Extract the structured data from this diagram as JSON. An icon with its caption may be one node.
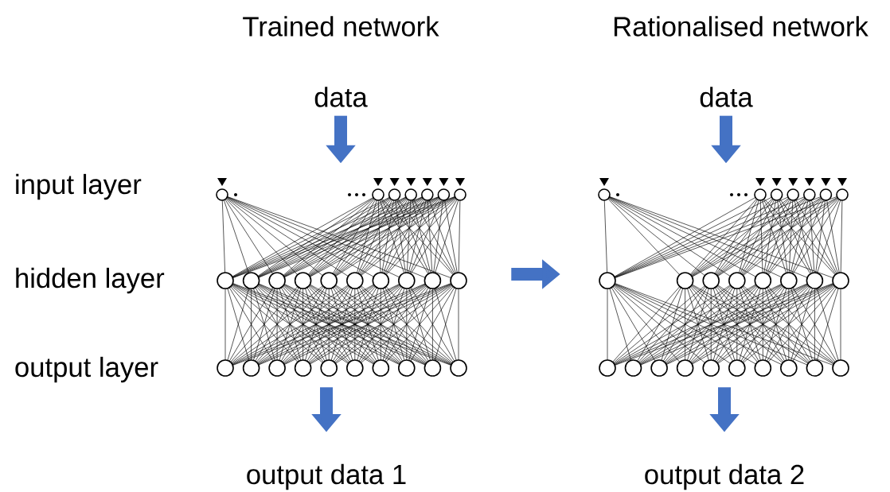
{
  "diagram": {
    "nodes": [
      {
        "text": [
          "data"
        ]
      },
      {
        "text": [],
        "shape": "picture"
      },
      {
        "text": [
          "output data 1"
        ]
      },
      {
        "text": [
          "data"
        ]
      },
      {
        "text": [],
        "shape": "picture"
      },
      {
        "text": [
          "output data 2"
        ]
      }
    ],
    "edges": [
      {
        "from": 0,
        "to": 1,
        "arrow": "to"
      },
      {
        "from": 1,
        "to": 2,
        "arrow": "to"
      },
      {
        "from": 1,
        "to": 4,
        "arrow": "to"
      },
      {
        "from": 3,
        "to": 4,
        "arrow": "to"
      },
      {
        "from": 4,
        "to": 5,
        "arrow": "to"
      }
    ],
    "labels": [
      "Trained network",
      "Rationalised network",
      "input layer",
      "hidden layer",
      "output layer"
    ]
  }
}
